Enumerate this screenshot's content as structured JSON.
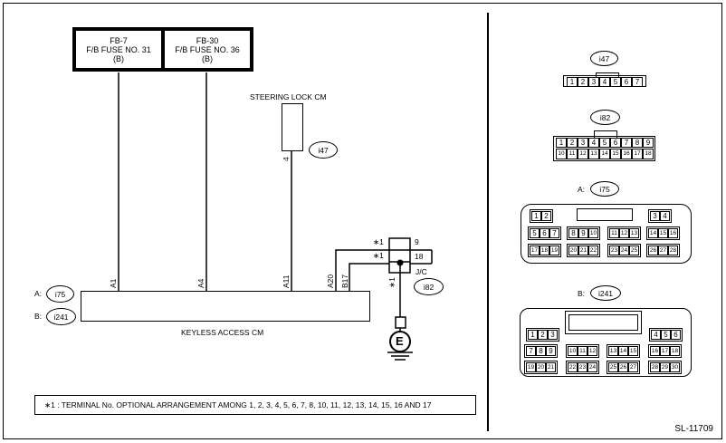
{
  "fuses": [
    {
      "line1": "FB-7",
      "line2": "F/B FUSE NO. 31",
      "line3": "(B)"
    },
    {
      "line1": "FB-30",
      "line2": "F/B FUSE NO. 36",
      "line3": "(B)"
    }
  ],
  "steering_lock": {
    "label": "STEERING LOCK CM",
    "pin": "4",
    "connector": "i47"
  },
  "keyless": {
    "label": "KEYLESS ACCESS CM",
    "a_prefix": "A:",
    "a_connector": "i75",
    "b_prefix": "B:",
    "b_connector": "i241",
    "pins": [
      "A1",
      "A4",
      "A11",
      "A20",
      "B17"
    ]
  },
  "jc": {
    "star1": "∗1",
    "star2": "∗1",
    "pin_top": "9",
    "pin_bottom": "18",
    "label": "J/C",
    "connector": "i82",
    "vertical_star": "∗1"
  },
  "ground": {
    "label": "E"
  },
  "note": "∗1 : TERMINAL No. OPTIONAL ARRANGEMENT AMONG 1, 2, 3, 4, 5, 6, 7, 8, 10, 11, 12, 13, 14, 15, 16 AND 17",
  "diagram_code": "SL-11709",
  "connectors": {
    "i47": {
      "name": "i47",
      "pins": [
        "1",
        "2",
        "3",
        "4",
        "5",
        "6",
        "7"
      ]
    },
    "i82": {
      "name": "i82",
      "row1": [
        "1",
        "2",
        "3",
        "4",
        "5",
        "6",
        "7",
        "8",
        "9"
      ],
      "row2": [
        "10",
        "11",
        "12",
        "13",
        "14",
        "15",
        "16",
        "17",
        "18"
      ]
    },
    "i75": {
      "prefix": "A:",
      "name": "i75",
      "row1a": [
        "1",
        "2"
      ],
      "row1b": [
        "3",
        "4"
      ],
      "row2": [
        [
          "5",
          "6",
          "7"
        ],
        [
          "8",
          "9",
          "10"
        ],
        [
          "11",
          "12",
          "13"
        ],
        [
          "14",
          "15",
          "16"
        ]
      ],
      "row3": [
        [
          "17",
          "18",
          "19"
        ],
        [
          "20",
          "21",
          "22"
        ],
        [
          "23",
          "24",
          "25"
        ],
        [
          "26",
          "27",
          "28"
        ]
      ]
    },
    "i241": {
      "prefix": "B:",
      "name": "i241",
      "row1a": [
        "1",
        "2",
        "3"
      ],
      "row1b": [
        "4",
        "5",
        "6"
      ],
      "row2": [
        [
          "7",
          "8",
          "9"
        ],
        [
          "10",
          "11",
          "12"
        ],
        [
          "13",
          "14",
          "15"
        ],
        [
          "16",
          "17",
          "18"
        ]
      ],
      "row3": [
        [
          "19",
          "20",
          "21"
        ],
        [
          "22",
          "23",
          "24"
        ],
        [
          "25",
          "26",
          "27"
        ],
        [
          "28",
          "29",
          "30"
        ]
      ]
    }
  }
}
